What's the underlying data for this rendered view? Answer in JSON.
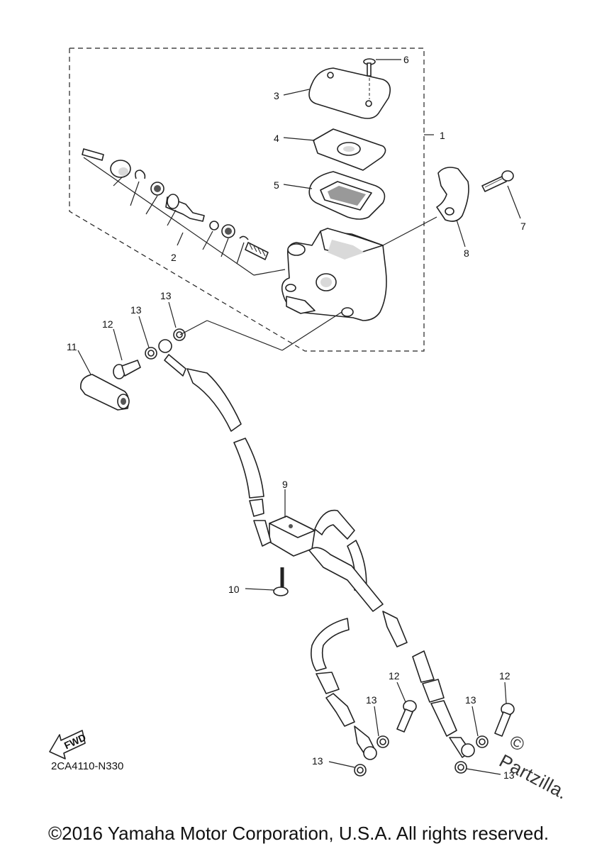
{
  "diagram": {
    "code": "2CA4110-N330",
    "fwd_label": "FWD",
    "copyright": "©2016 Yamaha Motor Corporation, U.S.A. All rights reserved.",
    "watermark": "© Partzilla."
  },
  "callouts": {
    "c1": "1",
    "c2": "2",
    "c3": "3",
    "c4": "4",
    "c5": "5",
    "c6": "6",
    "c7": "7",
    "c8": "8",
    "c9": "9",
    "c10": "10",
    "c11": "11",
    "c12a": "12",
    "c12b": "12",
    "c12c": "12",
    "c13a": "13",
    "c13b": "13",
    "c13c": "13",
    "c13d": "13",
    "c13e": "13",
    "c13f": "13"
  }
}
